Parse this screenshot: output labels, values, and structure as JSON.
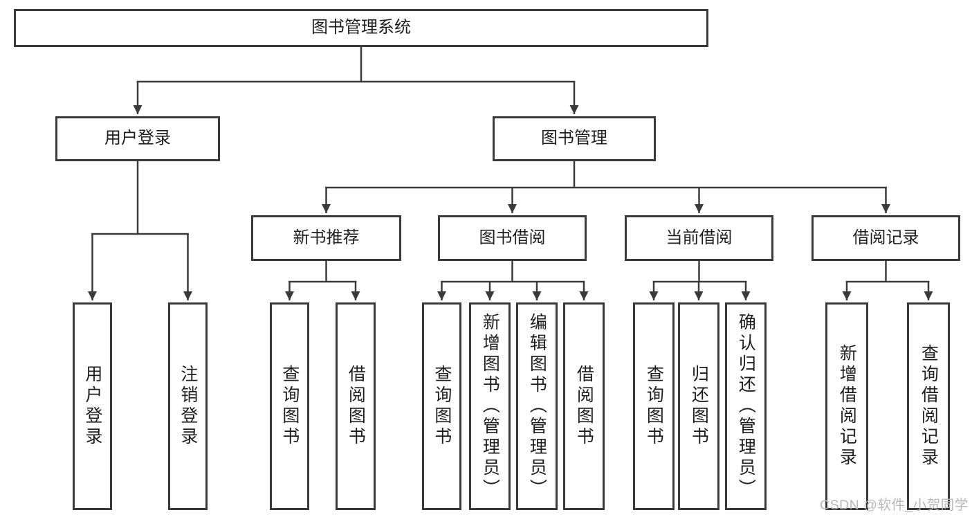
{
  "tree": {
    "root": {
      "label": "图书管理系统"
    },
    "branches": [
      {
        "label": "用户登录",
        "children": [
          {
            "label": "用户登录"
          },
          {
            "label": "注销登录"
          }
        ]
      },
      {
        "label": "图书管理",
        "groups": [
          {
            "label": "新书推荐",
            "children": [
              {
                "label": "查询图书"
              },
              {
                "label": "借阅图书"
              }
            ]
          },
          {
            "label": "图书借阅",
            "children": [
              {
                "label": "查询图书"
              },
              {
                "label": "新增图书（管理员）"
              },
              {
                "label": "编辑图书（管理员）"
              },
              {
                "label": "借阅图书"
              }
            ]
          },
          {
            "label": "当前借阅",
            "children": [
              {
                "label": "查询图书"
              },
              {
                "label": "归还图书"
              },
              {
                "label": "确认归还（管理员）"
              }
            ]
          },
          {
            "label": "借阅记录",
            "children": [
              {
                "label": "新增借阅记录"
              },
              {
                "label": "查询借阅记录"
              }
            ]
          }
        ]
      }
    ]
  },
  "watermark": {
    "text": "CSDN @软件_小贺同学"
  },
  "colors": {
    "line": "#3a3a3a",
    "box_fill": "#ffffff",
    "watermark": "#bcb7b7"
  }
}
